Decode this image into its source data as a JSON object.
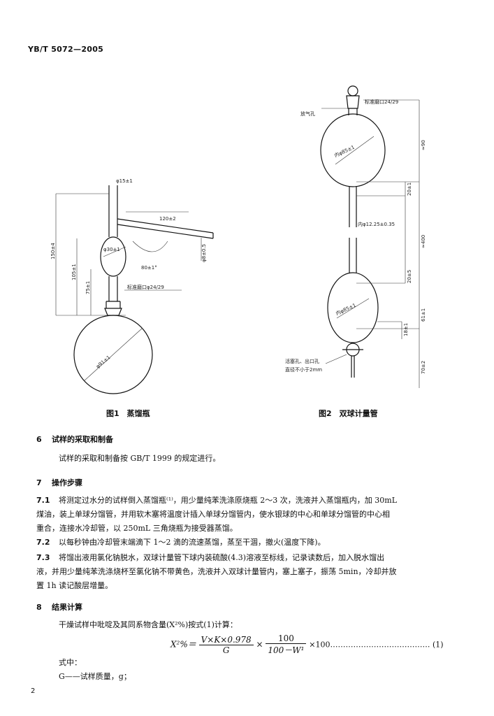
{
  "header": {
    "standard_no": "YB/T 5072—2005"
  },
  "figure1": {
    "caption": "图1　蒸馏瓶",
    "labels": {
      "neck_dia": "φ15±1",
      "side_len": "120±2",
      "bulb_dia": "φ30±1",
      "side_angle": "80±1°",
      "side_dia": "φ8±0.5",
      "joint": "标准磨口φ24/29",
      "flask_dia": "φ91±1",
      "h150": "150±4",
      "h105": "105±1",
      "h75": "75±1"
    }
  },
  "figure2": {
    "caption": "图2　双球计量管",
    "labels": {
      "joint": "标准磨口24/29",
      "vent": "放气孔",
      "upper_bulb": "内φ85±1",
      "tube_dia": "内φ12.25±0.35",
      "lower_bulb": "内φ85±1",
      "stopcock": "活塞孔、出口孔",
      "stopcock2": "直径不小于2mm",
      "d90": "≈90",
      "d20a": "20±1",
      "d400": "≈400",
      "d20b": "20±5",
      "d61": "61±1",
      "d18": "18±1",
      "d70": "70±2"
    }
  },
  "sections": {
    "s6": {
      "num": "6",
      "title": "试样的采取和制备"
    },
    "s6_text": "试样的采取和制备按 GB/T 1999 的规定进行。",
    "s7": {
      "num": "7",
      "title": "操作步骤"
    },
    "s7_1_num": "7.1",
    "s7_1_line1": "将测定过水分的试样倒入蒸馏瓶⁽¹⁾，用少量纯苯洗涤原烧瓶 2～3 次，洗液并入蒸馏瓶内，加 30mL",
    "s7_1_line2": "煤油，装上单球分馏管，并用软木塞将温度计插入单球分馏管内，使水银球的中心和单球分馏管的中心相",
    "s7_1_line3": "重合，连接水冷却管，以 250mL 三角烧瓶为接受器蒸馏。",
    "s7_2_num": "7.2",
    "s7_2_line1": "以每秒钟由冷却管末端滴下 1～2 滴的流速蒸馏，蒸至干涸，撤火(温度下降)。",
    "s7_3_num": "7.3",
    "s7_3_line1": "将馏出液用氯化钠脱水，双球计量管下球内装硫酸(4.3)溶液至标线，记录读数后，加入脱水馏出",
    "s7_3_line2": "液，并用少量纯苯洗涤烧杯至氯化钠不带黄色，洗液并入双球计量管内，塞上塞子，振荡 5min，冷却并放",
    "s7_3_line3": "置 1h 读记酸层增量。",
    "s8": {
      "num": "8",
      "title": "结果计算"
    },
    "s8_text": "干燥试样中吡啶及其同系物含量(X²%)按式(1)计算：",
    "formula": {
      "lhs": "X²%＝",
      "num1": "V×K×0.978",
      "den1": "G",
      "times": "×",
      "num2": "100",
      "den2": "100－W¹",
      "tail": "×100………………………………… (1)"
    },
    "where": "式中：",
    "var_g": "G——试样质量，g；"
  },
  "page_number": "2"
}
